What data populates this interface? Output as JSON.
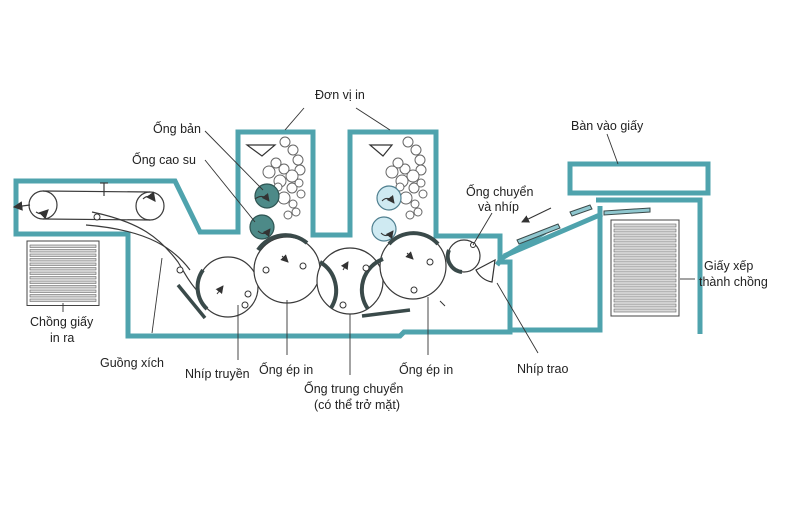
{
  "colors": {
    "frame": "#4fa3ad",
    "frame_fill": "#ffffff",
    "line": "#3a3a3a",
    "dark_cylinder": "#4d8a88",
    "light_cylinder": "#cfeaf2",
    "text": "#222222"
  },
  "labels": {
    "don_vi_in": "Đơn vị in",
    "ong_ban": "Ống bản",
    "ong_cao_su": "Ống cao su",
    "ban_vao_giay": "Bàn vào giấy",
    "ong_chuyen_line1": "Ống chuyển",
    "ong_chuyen_line2": "và nhíp",
    "giay_xep_line1": "Giấy xếp",
    "giay_xep_line2": "thành chồng",
    "chong_giay_line1": "Chồng giấy",
    "chong_giay_line2": "in ra",
    "guong_xich": "Guồng xích",
    "nhip_truyen": "Nhíp truyền",
    "ong_ep_in_left": "Ống ép in",
    "ong_trung_chuyen_line1": "Ống trung chuyển",
    "ong_trung_chuyen_line2": "(có thể trở mặt)",
    "ong_ep_in_right": "Ống ép in",
    "nhip_trao": "Nhíp trao"
  }
}
